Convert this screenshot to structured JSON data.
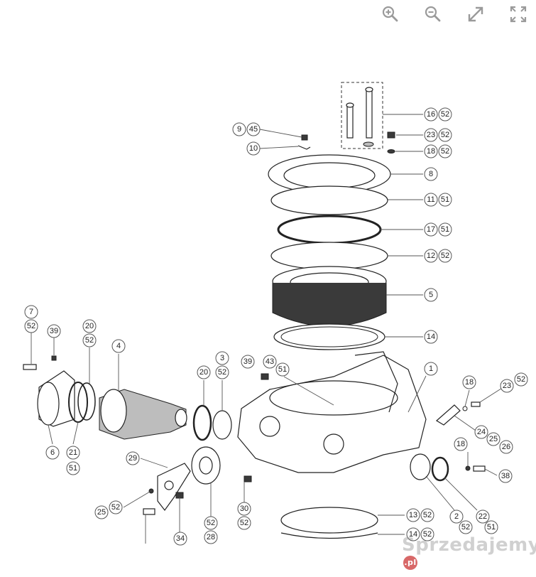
{
  "toolbar": {
    "buttons": [
      {
        "name": "zoom-in-button",
        "icon": "zoom-in-icon"
      },
      {
        "name": "zoom-out-button",
        "icon": "zoom-out-icon"
      },
      {
        "name": "expand-button",
        "icon": "expand-arrows-icon"
      },
      {
        "name": "fullscreen-button",
        "icon": "fullscreen-icon"
      }
    ],
    "icon_color": "#9a9a9a"
  },
  "callouts": [
    "16",
    "52",
    "23",
    "52",
    "18",
    "52",
    "9",
    "45",
    "10",
    "8",
    "11",
    "51",
    "17",
    "51",
    "12",
    "52",
    "5",
    "14",
    "7",
    "52",
    "39",
    "20",
    "52",
    "4",
    "3",
    "52",
    "20",
    "39",
    "43",
    "51",
    "1",
    "18",
    "23",
    "52",
    "6",
    "21",
    "51",
    "29",
    "25",
    "52",
    "34",
    "52",
    "28",
    "30",
    "52",
    "24",
    "25",
    "26",
    "18",
    "38",
    "13",
    "52",
    "14",
    "52",
    "2",
    "52",
    "22",
    "51"
  ],
  "watermark": {
    "text": "Sprzedajemy",
    "badge": ".pl"
  }
}
